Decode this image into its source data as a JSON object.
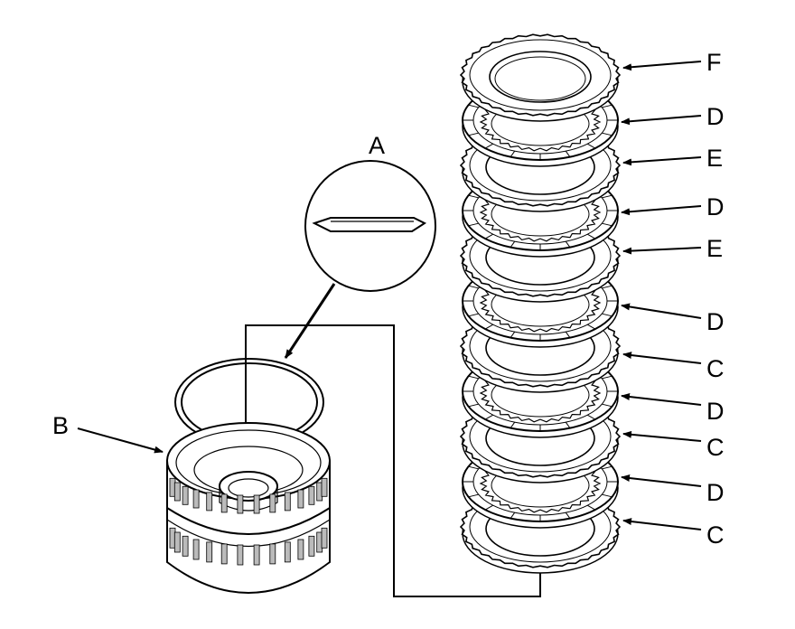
{
  "diagram": {
    "colors": {
      "line": "#000000",
      "background": "#ffffff",
      "shade": "#bbbbbb"
    },
    "labels": {
      "A": "A",
      "B": "B",
      "C": "C",
      "D": "D",
      "E": "E",
      "F": "F"
    },
    "stack_order_top_to_bottom": [
      "F",
      "D",
      "E",
      "D",
      "E",
      "D",
      "C",
      "D",
      "C",
      "D",
      "C"
    ]
  }
}
